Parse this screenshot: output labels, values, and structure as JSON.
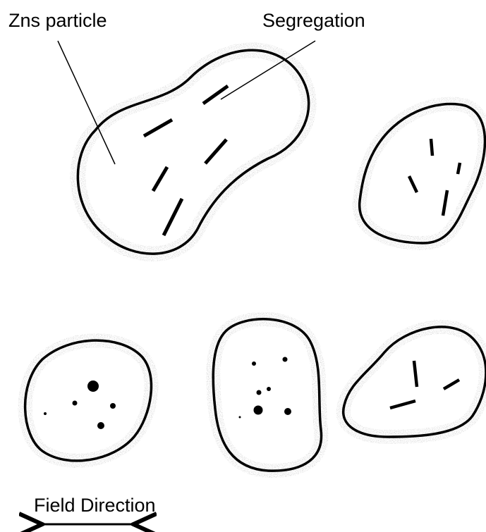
{
  "labels": {
    "particle": "Zns particle",
    "segregation": "Segregation",
    "field": "Field Direction"
  },
  "colors": {
    "outline": "#000000",
    "texture": "#8a8a8a",
    "background": "#ffffff"
  },
  "particles": [
    {
      "name": "particle-large",
      "features": "dashes"
    },
    {
      "name": "particle-right-upper",
      "features": "dashes"
    },
    {
      "name": "particle-lower-left",
      "features": "dots"
    },
    {
      "name": "particle-lower-middle",
      "features": "dots"
    },
    {
      "name": "particle-lower-right",
      "features": "dashes"
    }
  ]
}
